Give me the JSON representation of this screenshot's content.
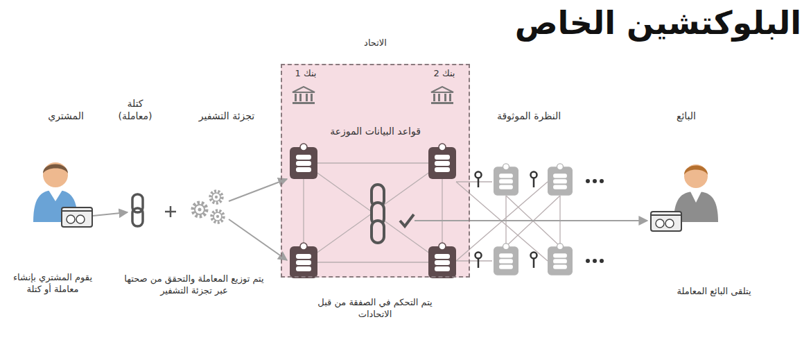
{
  "diagram": {
    "title": "البلوكتشين الخاص",
    "nodes": [
      {
        "text": [
          "الاتحاد",
          "بنك 1",
          "بنك 2",
          "قواعد البيانات الموزعة"
        ]
      }
    ],
    "labels": [
      "المشتري",
      "كتلة (معاملة)",
      "تجزئة التشفير",
      "النظرة الموثوقة",
      "البائع",
      "يقوم المشتري بإنشاء معاملة أو كتلة",
      "يتم توزيع المعاملة والتحقق من صحتها عبر تجزئة التشفير",
      "يتم التحكم في الصفقة من قبل الاتحادات",
      "يتلقى البائع المعاملة"
    ]
  }
}
